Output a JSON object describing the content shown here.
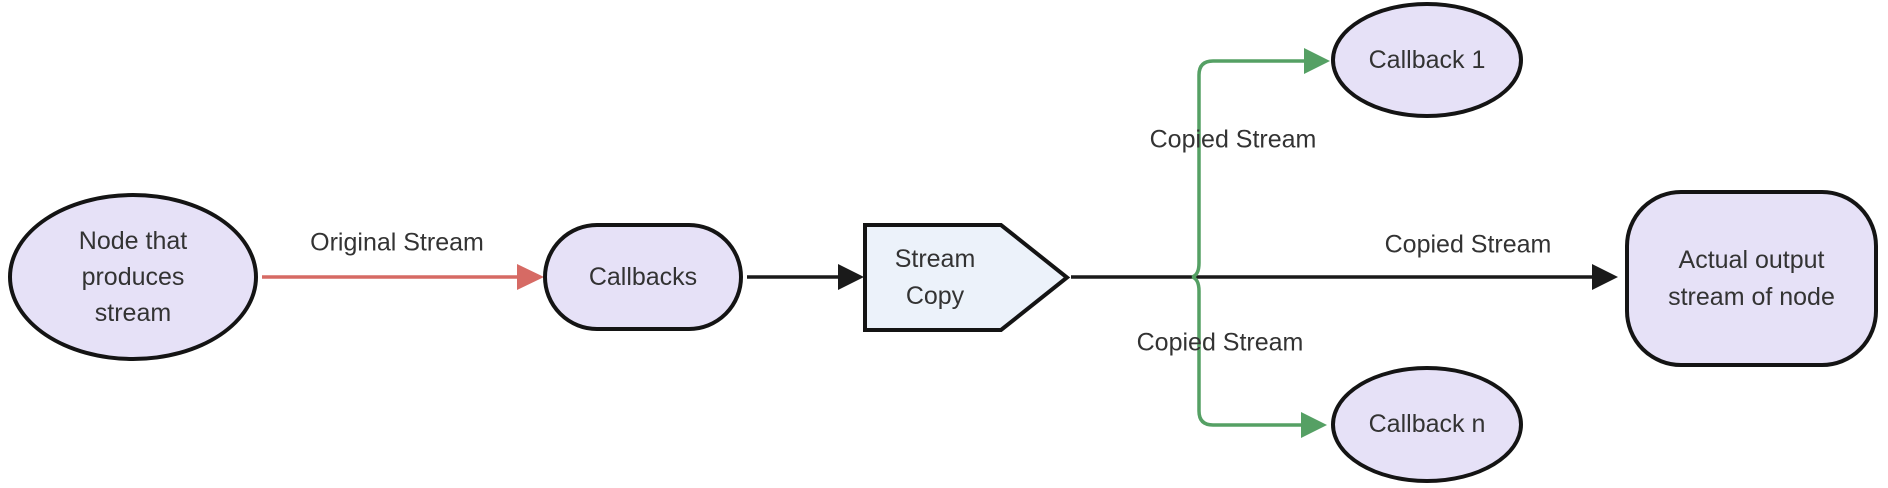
{
  "diagram": {
    "type": "flowchart",
    "direction": "left-to-right",
    "colors": {
      "background": "#ffffff",
      "node_fill": "#e6e1f7",
      "node_border": "#141414",
      "copy_fill": "#ecf2fa",
      "edge_black": "#1a1a1a",
      "edge_red": "#d66a64",
      "edge_green": "#55a064",
      "label_color": "#333333"
    },
    "nodes": {
      "producer": {
        "label": "Node that\nproduces\nstream",
        "shape": "ellipse"
      },
      "callbacks": {
        "label": "Callbacks",
        "shape": "stadium"
      },
      "stream_copy": {
        "label": "Stream\nCopy",
        "shape": "point-right-pentagon"
      },
      "callback1": {
        "label": "Callback 1",
        "shape": "ellipse"
      },
      "callbackn": {
        "label": "Callback n",
        "shape": "ellipse"
      },
      "output": {
        "label": "Actual output\nstream of node",
        "shape": "rounded-rect"
      }
    },
    "edges": [
      {
        "from": "producer",
        "to": "callbacks",
        "label": "Original Stream",
        "color": "red"
      },
      {
        "from": "callbacks",
        "to": "stream_copy",
        "label": "",
        "color": "black"
      },
      {
        "from": "stream_copy",
        "to": "callback1",
        "label": "Copied Stream",
        "color": "green"
      },
      {
        "from": "stream_copy",
        "to": "callbackn",
        "label": "Copied Stream",
        "color": "green"
      },
      {
        "from": "stream_copy",
        "to": "output",
        "label": "Copied Stream",
        "color": "black"
      }
    ]
  }
}
